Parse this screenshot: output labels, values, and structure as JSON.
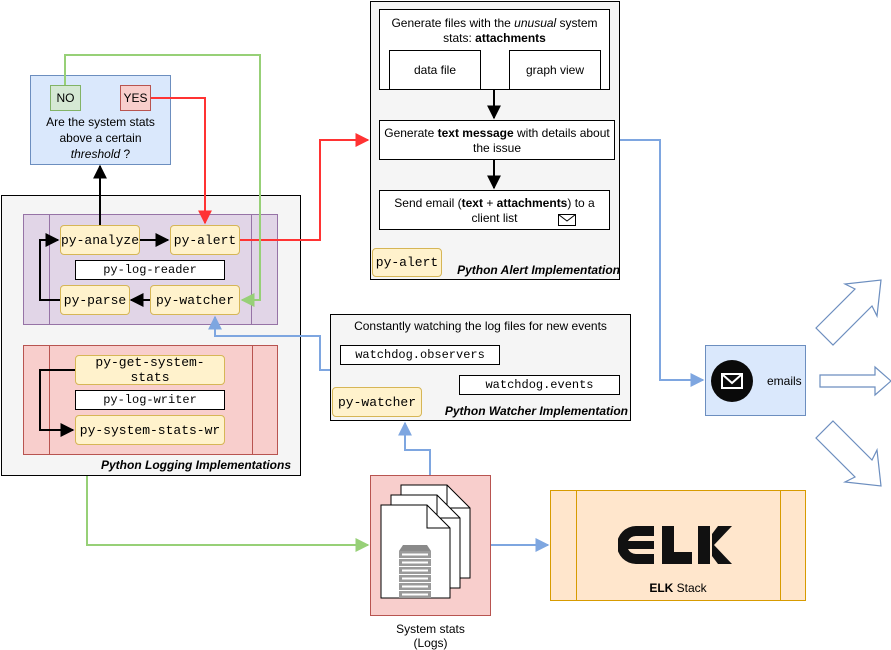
{
  "decision": {
    "no": "NO",
    "yes": "YES",
    "q1": "Are the system stats",
    "q2": "above a certain",
    "q3": "threshold",
    "q4": " ?"
  },
  "logging": {
    "title": "Python Logging Implementations",
    "analyze": "py-analyze",
    "alert": "py-alert",
    "log_reader": "py-log-reader",
    "parse": "py-parse",
    "watcher": "py-watcher",
    "get_system_stats": "py-get-system-stats",
    "log_writer": "py-log-writer",
    "system_stats_wr": "py-system-stats-wr"
  },
  "alert_impl": {
    "title": "Python Alert Implementation",
    "gen_files_1": "Generate files with the ",
    "gen_files_unusual": "unusual",
    "gen_files_2": " system",
    "gen_files_3": "stats: ",
    "gen_files_attach": "attachments",
    "data_file": "data file",
    "graph_view": "graph view",
    "gen_text_1": "Generate ",
    "gen_text_bold": "text message",
    "gen_text_2": " with details about",
    "gen_text_3": "the issue",
    "email_1": "Send email (",
    "email_bold1": "text",
    "email_plus": " + ",
    "email_bold2": "attachments",
    "email_2": ") to a",
    "email_3": "client list",
    "tag": "py-alert"
  },
  "watcher_impl": {
    "title": "Python Watcher Implementation",
    "desc": "Constantly watching the log files for new events",
    "observers": "watchdog.observers",
    "events": "watchdog.events",
    "tag": "py-watcher"
  },
  "emails": {
    "label": "emails"
  },
  "system_stats": {
    "line1": "System stats",
    "line2": "(Logs)"
  },
  "elk": {
    "logo": "ELK",
    "bold": "ELK",
    "rest": " Stack"
  },
  "colors": {
    "red_arrow": "#ff3333",
    "green_arrow": "#97d077",
    "blue_arrow": "#7ea6e0",
    "purple_fill": "#e1d5e7",
    "red_fill": "#f8cecc",
    "blue_fill": "#dae8fc",
    "yellow_fill": "#fff2cc",
    "orange_fill": "#ffe6cc"
  }
}
